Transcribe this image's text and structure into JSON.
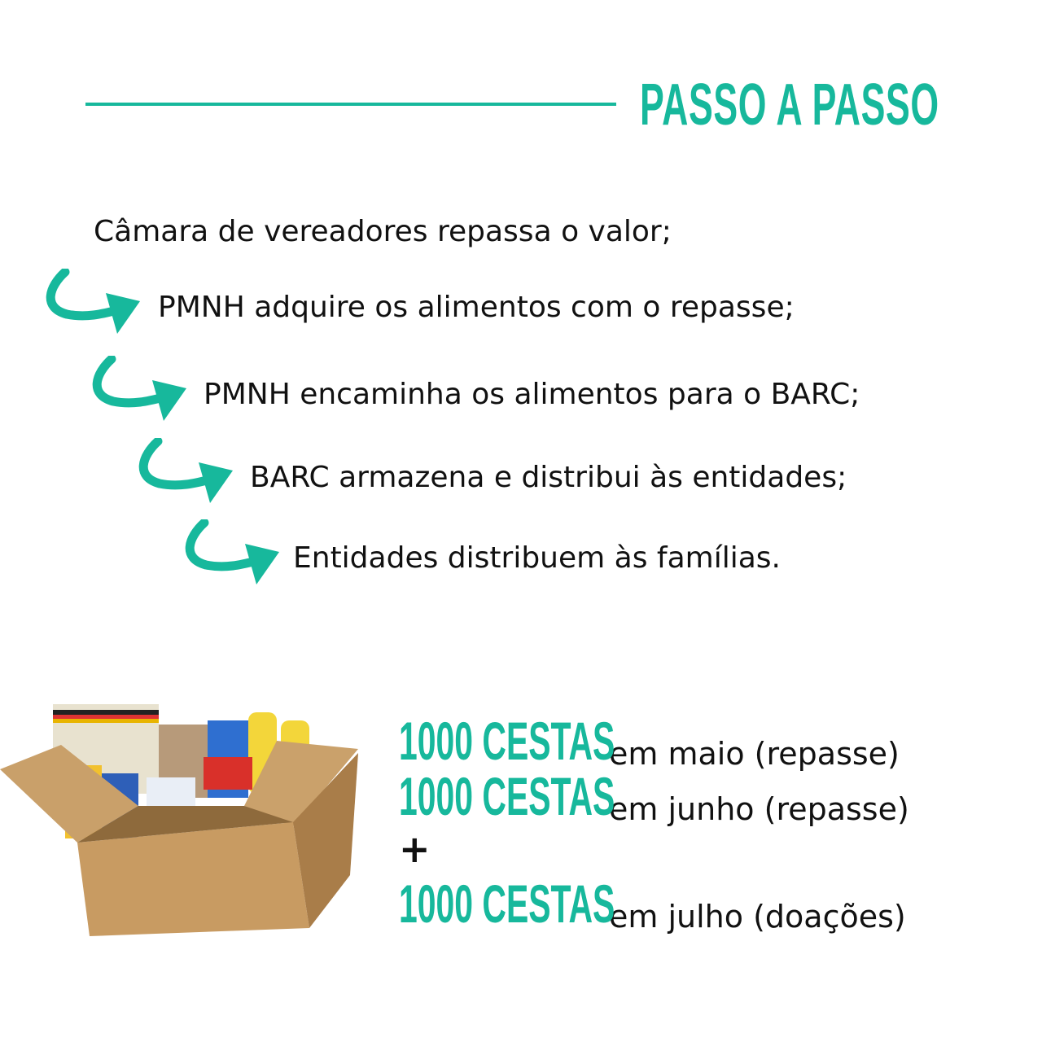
{
  "header": {
    "title": "PASSO A PASSO"
  },
  "steps": [
    "Câmara de vereadores repassa o valor;",
    "PMNH adquire os alimentos com o repasse;",
    "PMNH encaminha os alimentos para o BARC;",
    "BARC armazena e distribui às entidades;",
    "Entidades distribuem às famílias."
  ],
  "stats": [
    {
      "amount": "1000 CESTAS",
      "text": "em maio (repasse)"
    },
    {
      "amount": "1000 CESTAS",
      "text": "em junho (repasse)"
    },
    {
      "amount": "1000 CESTAS",
      "text": "em julho (doações)"
    }
  ],
  "plus": "+",
  "colors": {
    "accent": "#17b89c"
  }
}
